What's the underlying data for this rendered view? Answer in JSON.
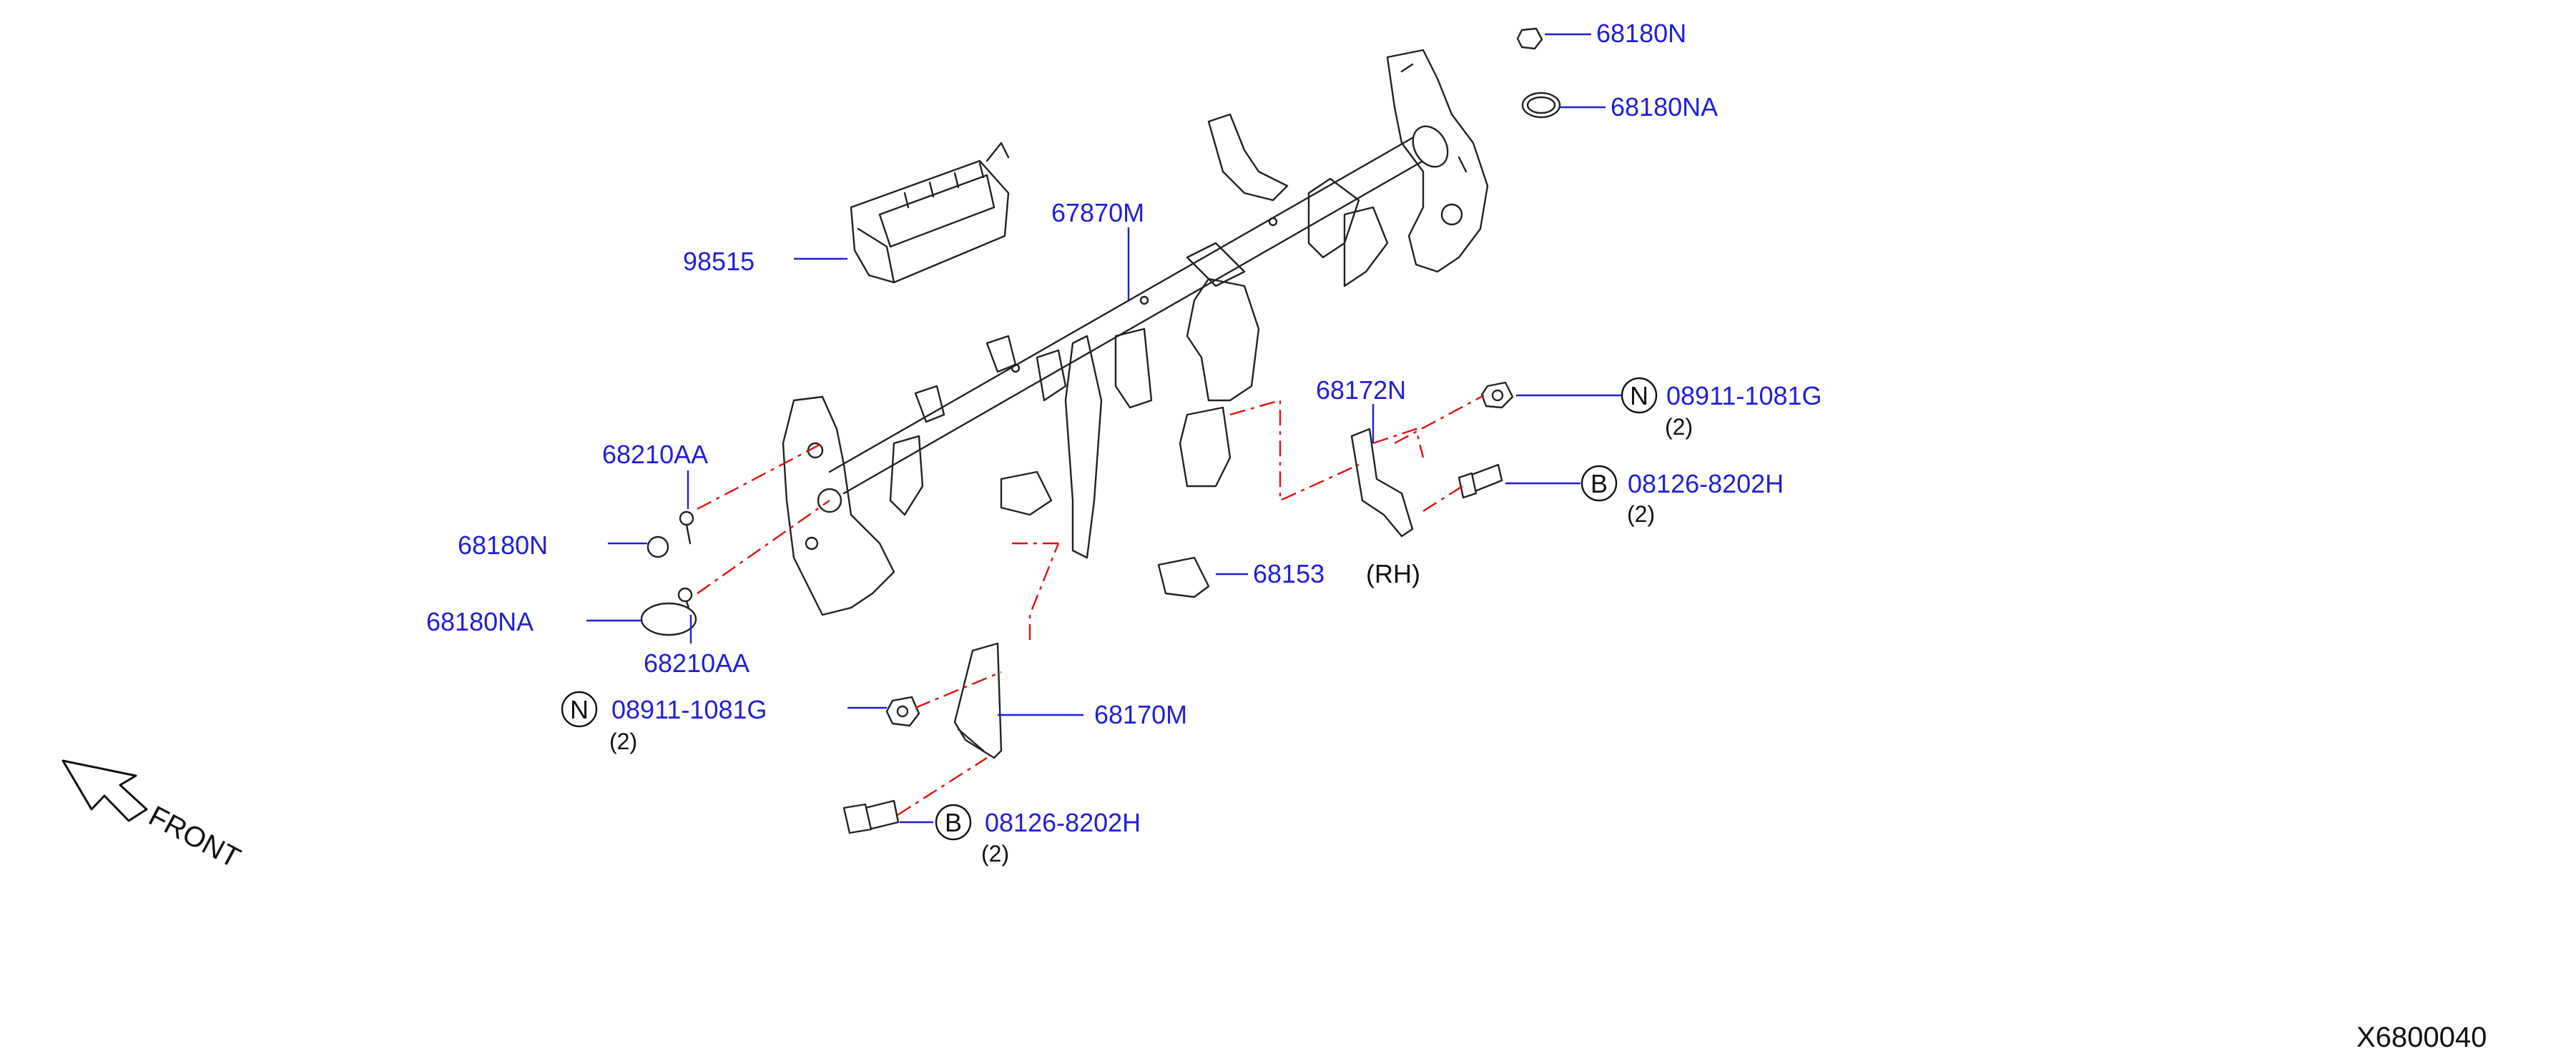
{
  "callouts": {
    "nut_68180N": "68180N",
    "cap_68180NA_top": "68180NA",
    "airbag_98515": "98515",
    "member_67870M": "67870M",
    "bracket_68172N": "68172N",
    "clip_68210AA_top": "68210AA",
    "nut_partial_left": "68180N",
    "cap_68180NA_left": "68180NA",
    "clip_68210AA_bottom": "68210AA",
    "bracket_68170M": "68170M",
    "bracket_68153": "68153"
  },
  "fasteners": {
    "nut_right": {
      "symbol": "N",
      "part": "08911-1081G",
      "qty": "(2)"
    },
    "bolt_right": {
      "symbol": "B",
      "part": "08126-8202H",
      "qty": "(2)"
    },
    "nut_left": {
      "symbol": "N",
      "part": "08911-1081G",
      "qty": "(2)"
    },
    "bolt_left": {
      "symbol": "B",
      "part": "08126-8202H",
      "qty": "(2)"
    }
  },
  "side_note": "(RH)",
  "direction": "FRONT",
  "diagram_code": "X6800040",
  "colors": {
    "callout": "#1f1fd6",
    "assembly_line": "#e01010",
    "drawing": "#222222"
  }
}
